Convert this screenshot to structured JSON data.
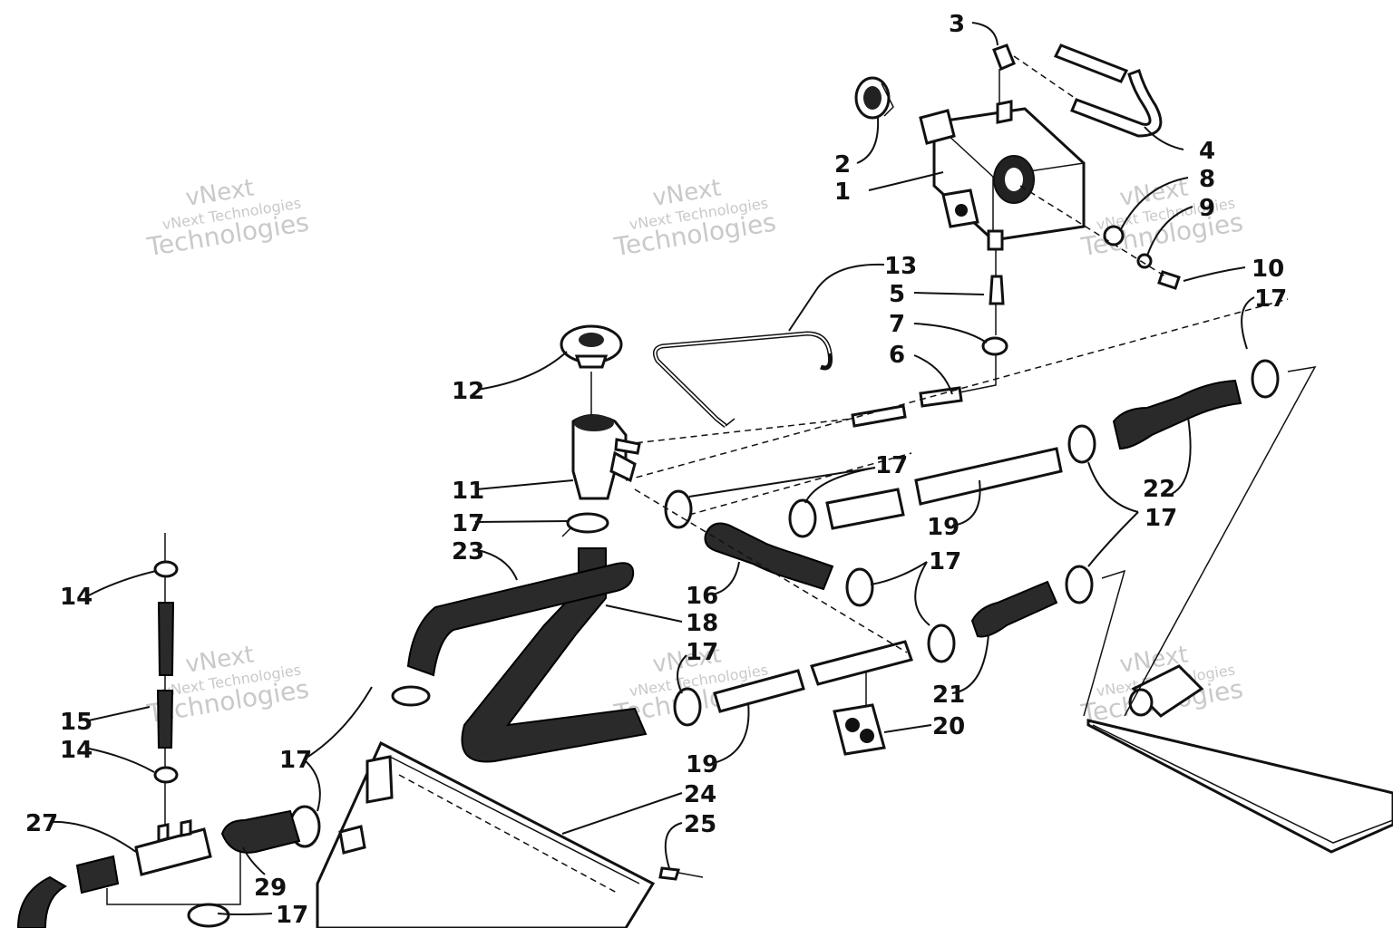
{
  "diagram": {
    "watermark_line1": "vNext Technologies",
    "watermark_line2": "vNext",
    "watermark_line3": "Technologies",
    "callouts": [
      "1",
      "2",
      "3",
      "4",
      "5",
      "6",
      "7",
      "8",
      "9",
      "10",
      "11",
      "12",
      "13",
      "14",
      "15",
      "16",
      "17",
      "18",
      "19",
      "20",
      "21",
      "22",
      "23",
      "24",
      "25",
      "27",
      "29"
    ],
    "colors": {
      "ink": "#111111",
      "watermark": "#c9c9c9",
      "background": "#ffffff"
    }
  }
}
